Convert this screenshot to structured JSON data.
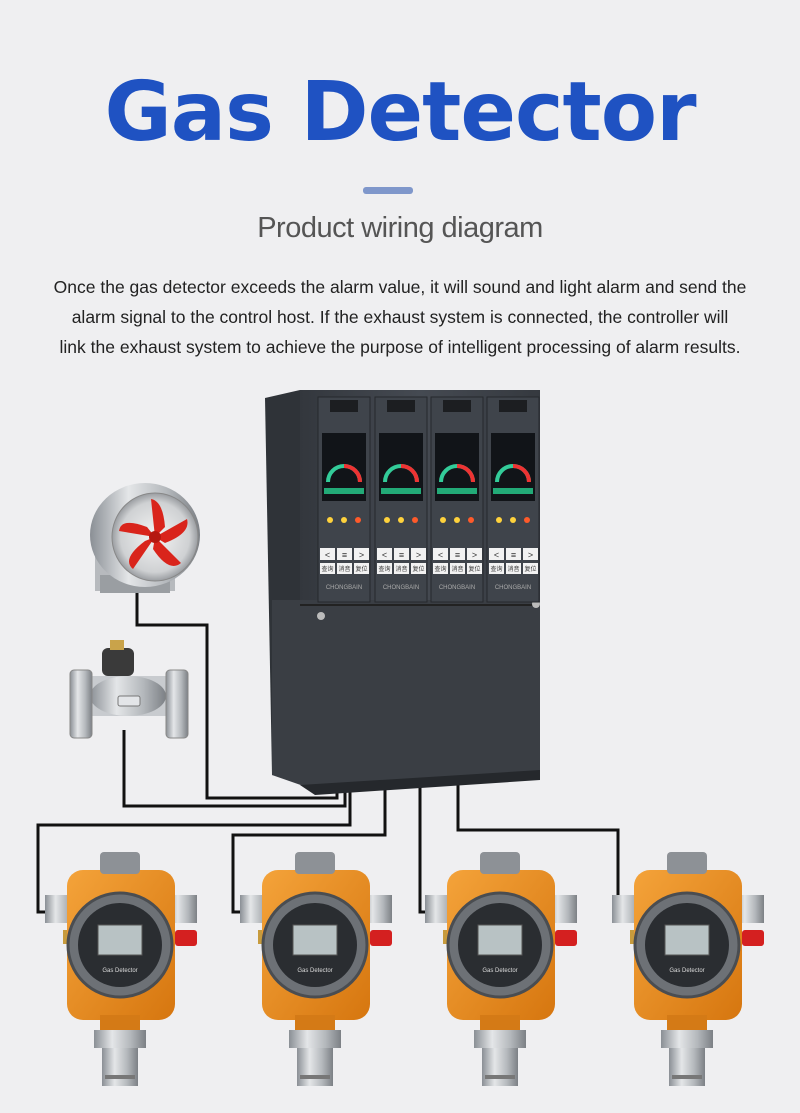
{
  "header": {
    "title": "Gas Detector",
    "subtitle": "Product wiring diagram"
  },
  "description": {
    "lines": [
      "Once the gas detector exceeds the alarm value, it will sound and light alarm and send the",
      "alarm signal to the control host. If the exhaust system is connected, the controller will",
      "link the exhaust system to achieve the purpose of intelligent processing of alarm results."
    ]
  },
  "controller": {
    "brand": "CHONGBAIN",
    "module_count": 4,
    "button_labels": [
      "<",
      "≡",
      ">"
    ],
    "key_labels": [
      "查询",
      "消音",
      "复位"
    ]
  },
  "detectors": {
    "count": 4,
    "label": "Gas Detector"
  },
  "colors": {
    "title": "#1f52c2",
    "accent_bar": "#7f97cb",
    "detector_body": "#e88a1f",
    "cabinet": "#3b3f46",
    "wire": "#111111"
  }
}
